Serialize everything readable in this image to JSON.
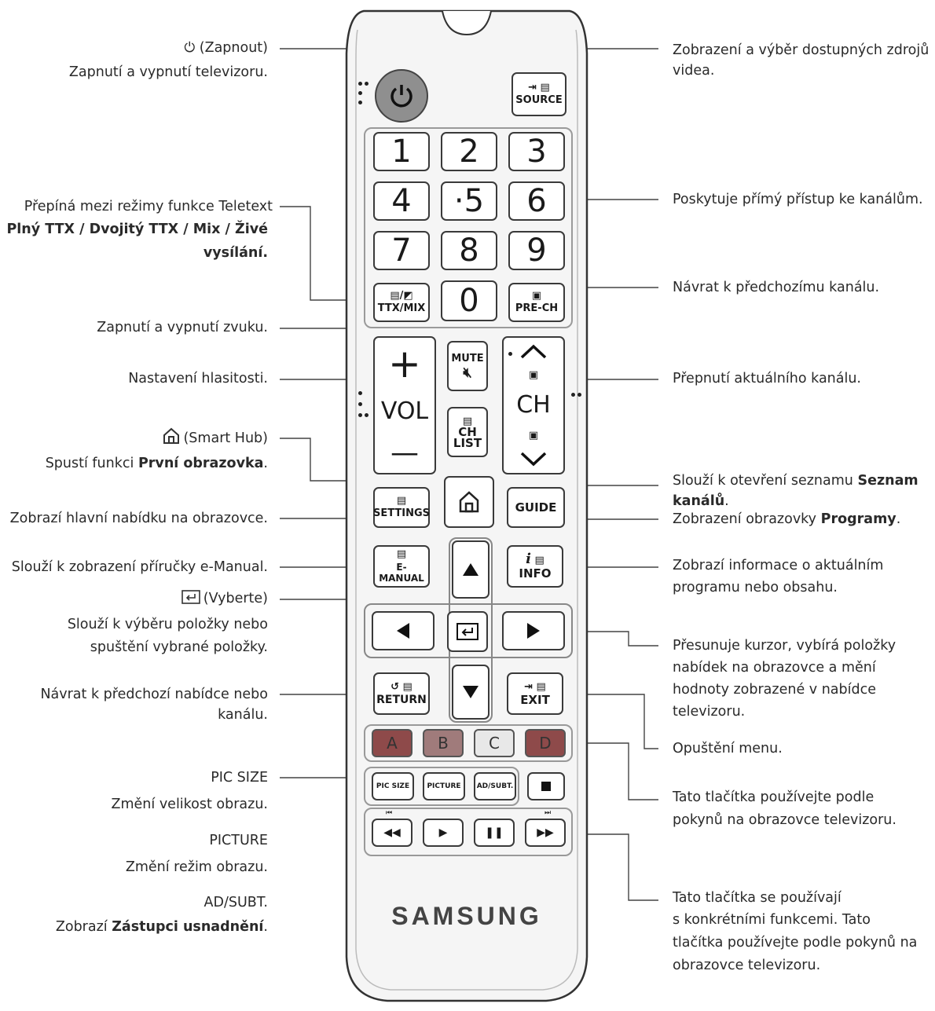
{
  "labels_left": {
    "power_title": "⏻ (Zapnout)",
    "power_desc": "Zapnutí a vypnutí televizoru.",
    "teletext_1": "Přepíná mezi režimy funkce Teletext",
    "teletext_2": "Plný TTX / Dvojitý TTX / Mix / Živé",
    "teletext_3": "vysílání.",
    "mute_desc": "Zapnutí a vypnutí zvuku.",
    "volume_desc": "Nastavení hlasitosti.",
    "smarthub_title": "(Smart Hub)",
    "smarthub_desc_1": "Spustí funkci",
    "smarthub_desc_2": "První obrazovka",
    "smarthub_desc_3": ".",
    "settings_desc": "Zobrazí hlavní nabídku na obrazovce.",
    "emanual_desc": "Slouží k zobrazení příručky e-Manual.",
    "select_title": "(Vyberte)",
    "select_desc_1": "Slouží k výběru položky nebo",
    "select_desc_2": "spuštění vybrané položky.",
    "return_desc_1": "Návrat k předchozí nabídce nebo",
    "return_desc_2": "kanálu.",
    "picsize_title": "PIC SIZE",
    "picsize_desc": "Změní velikost obrazu.",
    "picture_title": "PICTURE",
    "picture_desc": "Změní režim obrazu.",
    "adsubt_title": "AD/SUBT.",
    "adsubt_desc_1": "Zobrazí",
    "adsubt_desc_2": "Zástupci usnadnění",
    "adsubt_desc_3": "."
  },
  "labels_right": {
    "source_1": "Zobrazení a výběr dostupných zdrojů",
    "source_2": "videa.",
    "numbers": "Poskytuje přímý přístup ke kanálům.",
    "prech": "Návrat k předchozímu kanálu.",
    "channel": "Přepnutí aktuálního kanálu.",
    "chlist_1": "Slouží k otevření seznamu",
    "chlist_2": "Seznam",
    "chlist_3": "kanálů",
    "chlist_4": ".",
    "guide_1": "Zobrazení obrazovky",
    "guide_2": "Programy",
    "guide_3": ".",
    "info_1": "Zobrazí informace o aktuálním",
    "info_2": "programu nebo obsahu.",
    "cursor_1": "Přesunuje kurzor, vybírá položky",
    "cursor_2": "nabídek na obrazovce a mění",
    "cursor_3": "hodnoty zobrazené v nabídce",
    "cursor_4": "televizoru.",
    "exit": "Opuštění menu.",
    "color_1": "Tato tlačítka používejte podle",
    "color_2": "pokynů na obrazovce televizoru.",
    "media_1": "Tato tlačítka se používají",
    "media_2": "s konkrétními funkcemi. Tato",
    "media_3": "tlačítka používejte podle pokynů na",
    "media_4": "obrazovce televizoru."
  },
  "remote": {
    "source": "SOURCE",
    "digits": [
      "1",
      "2",
      "3",
      "4",
      "·5",
      "6",
      "7",
      "8",
      "9",
      "0"
    ],
    "ttx": "TTX/MIX",
    "prech": "PRE-CH",
    "mute": "MUTE",
    "vol_plus": "+",
    "vol": "VOL",
    "vol_minus": "—",
    "ch": "CH",
    "chlist_a": "CH",
    "chlist_b": "LIST",
    "settings": "SETTINGS",
    "guide": "GUIDE",
    "emanual": "E-MANUAL",
    "info_i": "i",
    "info": "INFO",
    "return": "RETURN",
    "exit": "EXIT",
    "color_keys": [
      "A",
      "B",
      "C",
      "D"
    ],
    "color_fills": [
      "#8e4a4a",
      "#a07b7b",
      "#e8e8e8",
      "#8e4a4a"
    ],
    "picsize": "PIC SIZE",
    "picture": "PICTURE",
    "adsubt": "AD/SUBT.",
    "brand": "SAMSUNG",
    "power_color": "#8f8f8f"
  }
}
